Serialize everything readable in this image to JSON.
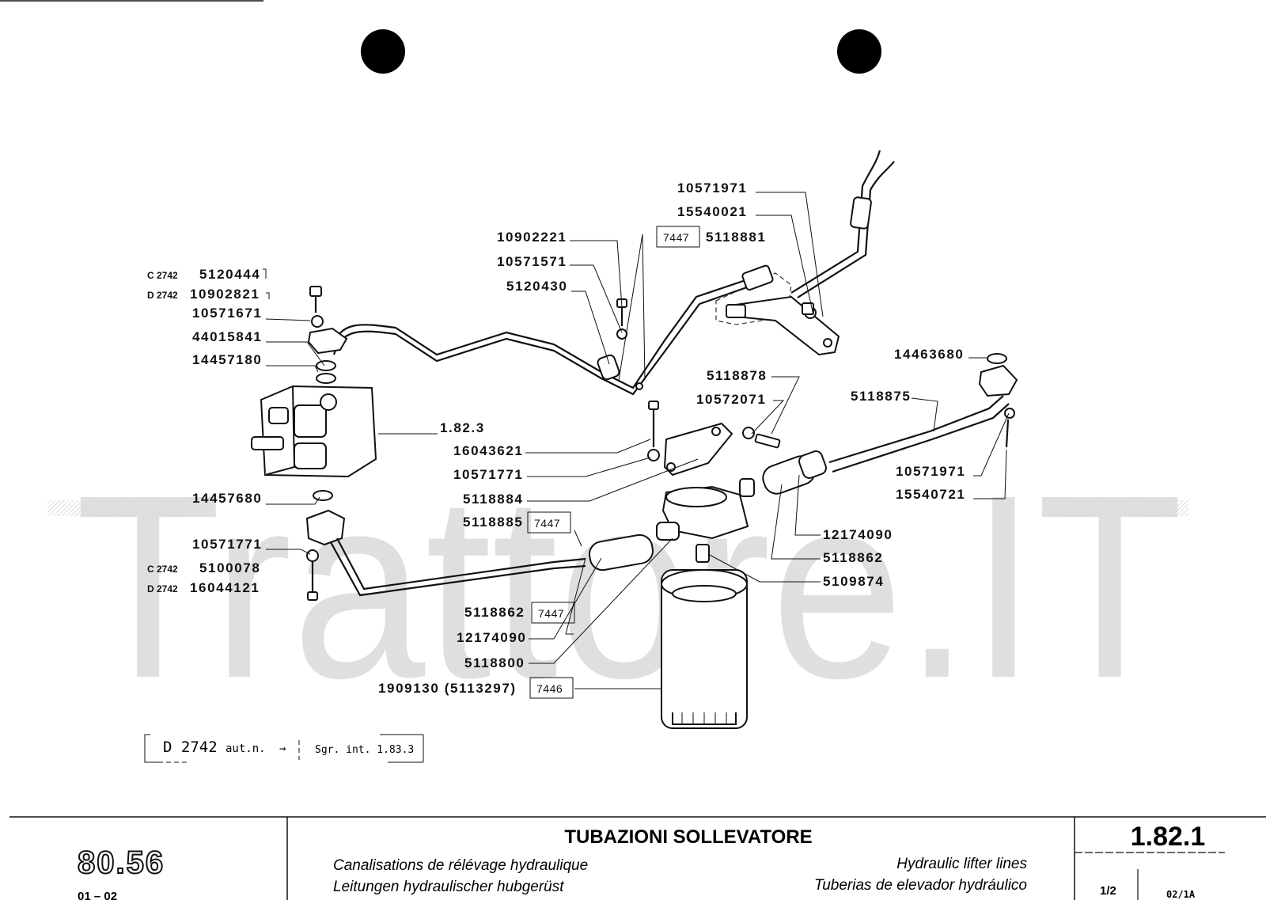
{
  "watermark": "Trattore.IT",
  "note_box": {
    "code": "D 2742",
    "abbr": "aut.n.",
    "arrow": "→",
    "reference": "Sgr. int. 1.83.3"
  },
  "labels": {
    "l01": "10571971",
    "l02": "15540021",
    "l03": "10902221",
    "l04": "7447",
    "l05": "5118881",
    "l06": "10571571",
    "l07": "5120430",
    "l08_pre": "C 2742",
    "l08": "5120444",
    "l09_pre": "D 2742",
    "l09": "10902821",
    "l10": "10571671",
    "l11": "44015841",
    "l12": "14457180",
    "l13": "1.82.3",
    "l14": "5118878",
    "l15": "10572071",
    "l16": "14463680",
    "l17": "5118875",
    "l18": "16043621",
    "l19": "10571771",
    "l20": "5118884",
    "l21": "5118885",
    "l21_box": "7447",
    "l22": "14457680",
    "l23": "10571771",
    "l24_pre": "C 2742",
    "l24": "5100078",
    "l25_pre": "D 2742",
    "l25": "16044121",
    "l26": "10571971",
    "l27": "15540721",
    "l28": "12174090",
    "l29": "5118862",
    "l30": "5109874",
    "l31": "5118862",
    "l31_box": "7447",
    "l32": "12174090",
    "l33": "5118800",
    "l34": "1909130 (5113297)",
    "l34_box": "7446"
  },
  "footer": {
    "model": "80.56",
    "range": "01 – 02",
    "title_it": "TUBAZIONI SOLLEVATORE",
    "title_fr": "Canalisations de rélévage hydraulique",
    "title_en": "Hydraulic lifter lines",
    "title_de": "Leitungen hydraulischer hubgerüst",
    "title_es": "Tuberias de elevador hydráulico",
    "code": "1.82.1",
    "sheet": "1/2",
    "revision": "02/1A"
  }
}
